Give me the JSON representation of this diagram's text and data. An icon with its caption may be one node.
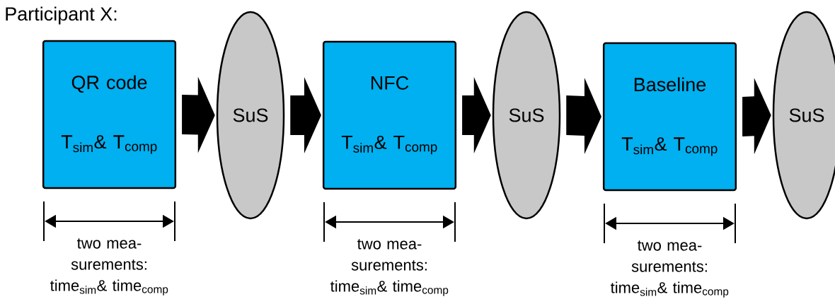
{
  "diagram": {
    "title": "Participant X:",
    "nodes": [
      {
        "text": [
          "QR code",
          "T$_{sim}$& T$_{comp}$"
        ],
        "beside": [
          "two mea- surements: time$_{sim}$& time$_{comp}$"
        ]
      },
      {
        "text": [
          "SuS"
        ]
      },
      {
        "text": [
          "NFC",
          "T$_{sim}$& T$_{comp}$"
        ],
        "beside": [
          "two mea- surements: time$_{sim}$& time$_{comp}$"
        ]
      },
      {
        "text": [
          "SuS"
        ]
      },
      {
        "text": [
          "Baseline",
          "T$_{sim}$& T$_{comp}$"
        ],
        "beside": [
          "two mea- surements: time$_{sim}$& time$_{comp}$"
        ]
      },
      {
        "text": [
          "SuS"
        ]
      }
    ],
    "edges": [
      {
        "from": 0,
        "to": 1,
        "arrow": "to"
      },
      {
        "from": 1,
        "to": 2,
        "arrow": "to"
      },
      {
        "from": 2,
        "to": 3,
        "arrow": "to"
      },
      {
        "from": 3,
        "to": 4,
        "arrow": "to"
      },
      {
        "from": 4,
        "to": 5,
        "arrow": "to"
      }
    ]
  }
}
